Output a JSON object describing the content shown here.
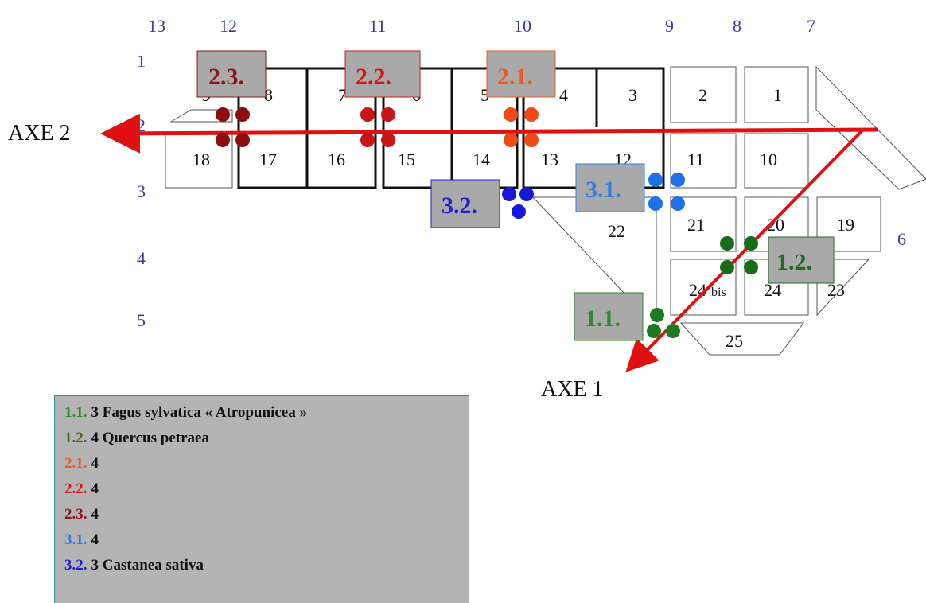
{
  "diagram": {
    "column_numbers": [
      "13",
      "12",
      "11",
      "10",
      "9",
      "8",
      "7",
      "6"
    ],
    "row_numbers": [
      "1",
      "2",
      "3",
      "4",
      "5"
    ],
    "plots": [
      "1",
      "2",
      "3",
      "4",
      "5",
      "6",
      "7",
      "8",
      "9",
      "10",
      "11",
      "12",
      "13",
      "14",
      "15",
      "16",
      "17",
      "18",
      "19",
      "20",
      "21",
      "22",
      "23",
      "24",
      "24",
      "bis",
      "25"
    ],
    "axes": {
      "axe1": "AXE 1",
      "axe2": "AXE 2"
    },
    "groups": [
      {
        "code": "1.1.",
        "color": "#2f8a2f",
        "box_fill": "#a9a9a9"
      },
      {
        "code": "1.2.",
        "color": "#1f6b1f",
        "box_fill": "#a9a9a9"
      },
      {
        "code": "2.1.",
        "color": "#f05a1e",
        "box_fill": "#a9a9a9"
      },
      {
        "code": "2.2.",
        "color": "#d01818",
        "box_fill": "#a9a9a9"
      },
      {
        "code": "2.3.",
        "color": "#8c1414",
        "box_fill": "#a9a9a9"
      },
      {
        "code": "3.1.",
        "color": "#2f7ef0",
        "box_fill": "#a9a9a9"
      },
      {
        "code": "3.2.",
        "color": "#2020d0",
        "box_fill": "#a9a9a9"
      }
    ],
    "dot_colors": {
      "g11": "#1e7a1e",
      "g12": "#1a6a1a",
      "g21": "#f04a18",
      "g22": "#c81414",
      "g23": "#8a1010",
      "g31": "#2070e8",
      "g32": "#1818d8"
    },
    "axis_color": "#e01010"
  },
  "legend": {
    "items": [
      {
        "code": "1.1.",
        "text": "3 Fagus sylvatica « Atropunicea »",
        "color": "#2f8a2f"
      },
      {
        "code": "1.2.",
        "text": "4 Quercus petraea",
        "color": "#4a6b1a"
      },
      {
        "code": "2.1.",
        "text": "4",
        "color": "#f05a1e"
      },
      {
        "code": "2.2.",
        "text": "4",
        "color": "#d01818"
      },
      {
        "code": "2.3.",
        "text": "4",
        "color": "#8c1414"
      },
      {
        "code": "3.1.",
        "text": "4",
        "color": "#2f7ef0"
      },
      {
        "code": "3.2.",
        "text": "3 Castanea sativa",
        "color": "#2020d0"
      }
    ]
  }
}
